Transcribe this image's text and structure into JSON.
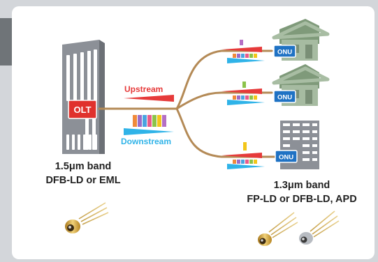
{
  "diagram": {
    "olt_label": "OLT",
    "onu_label": "ONU",
    "upstream_label": "Upstream",
    "downstream_label": "Downstream",
    "olt_band_title": "1.5μm band",
    "olt_band_devices": "DFB-LD or EML",
    "onu_band_title": "1.3μm band",
    "onu_band_devices": "FP-LD or DFB-LD, APD"
  },
  "colors": {
    "olt_box": "#e0312c",
    "onu_box": "#1f72c4",
    "fiber": "#b48a56",
    "upstream_arrow": "#e63a3a",
    "downstream_arrow": "#2fb3e8",
    "building": "#8c9097",
    "house": "#9fb59a"
  }
}
